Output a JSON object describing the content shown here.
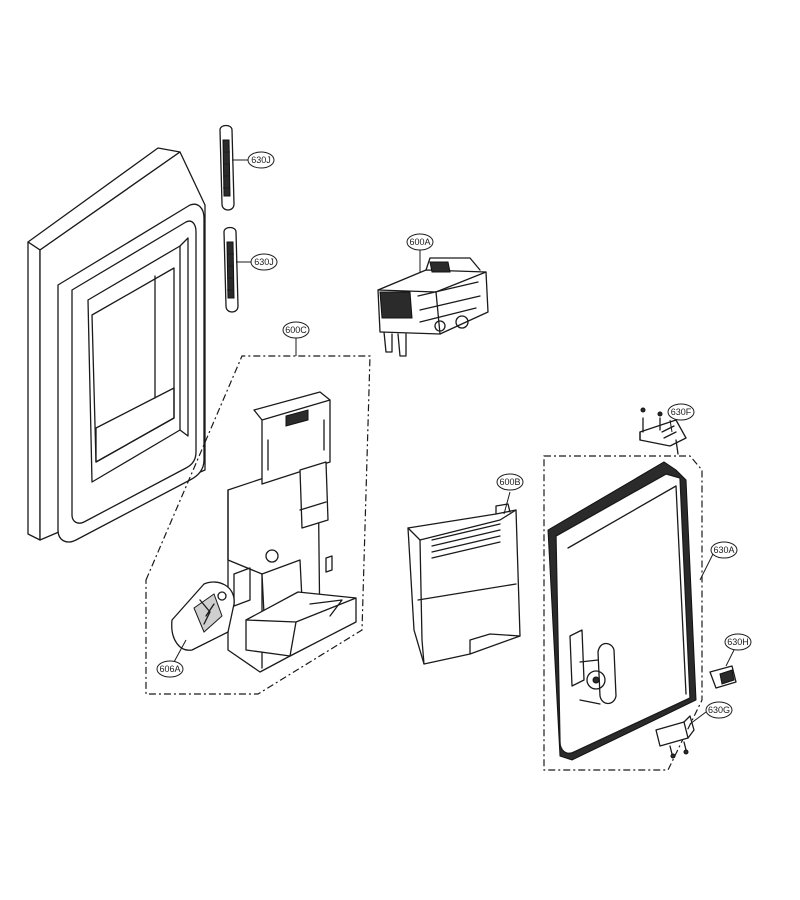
{
  "labels": {
    "c_630J_a": "630J",
    "c_630J_b": "630J",
    "c_600A": "600A",
    "c_600C": "600C",
    "c_630F": "630F",
    "c_600B": "600B",
    "c_630A": "630A",
    "c_630H": "630H",
    "c_630G": "630G",
    "c_606A": "606A"
  }
}
